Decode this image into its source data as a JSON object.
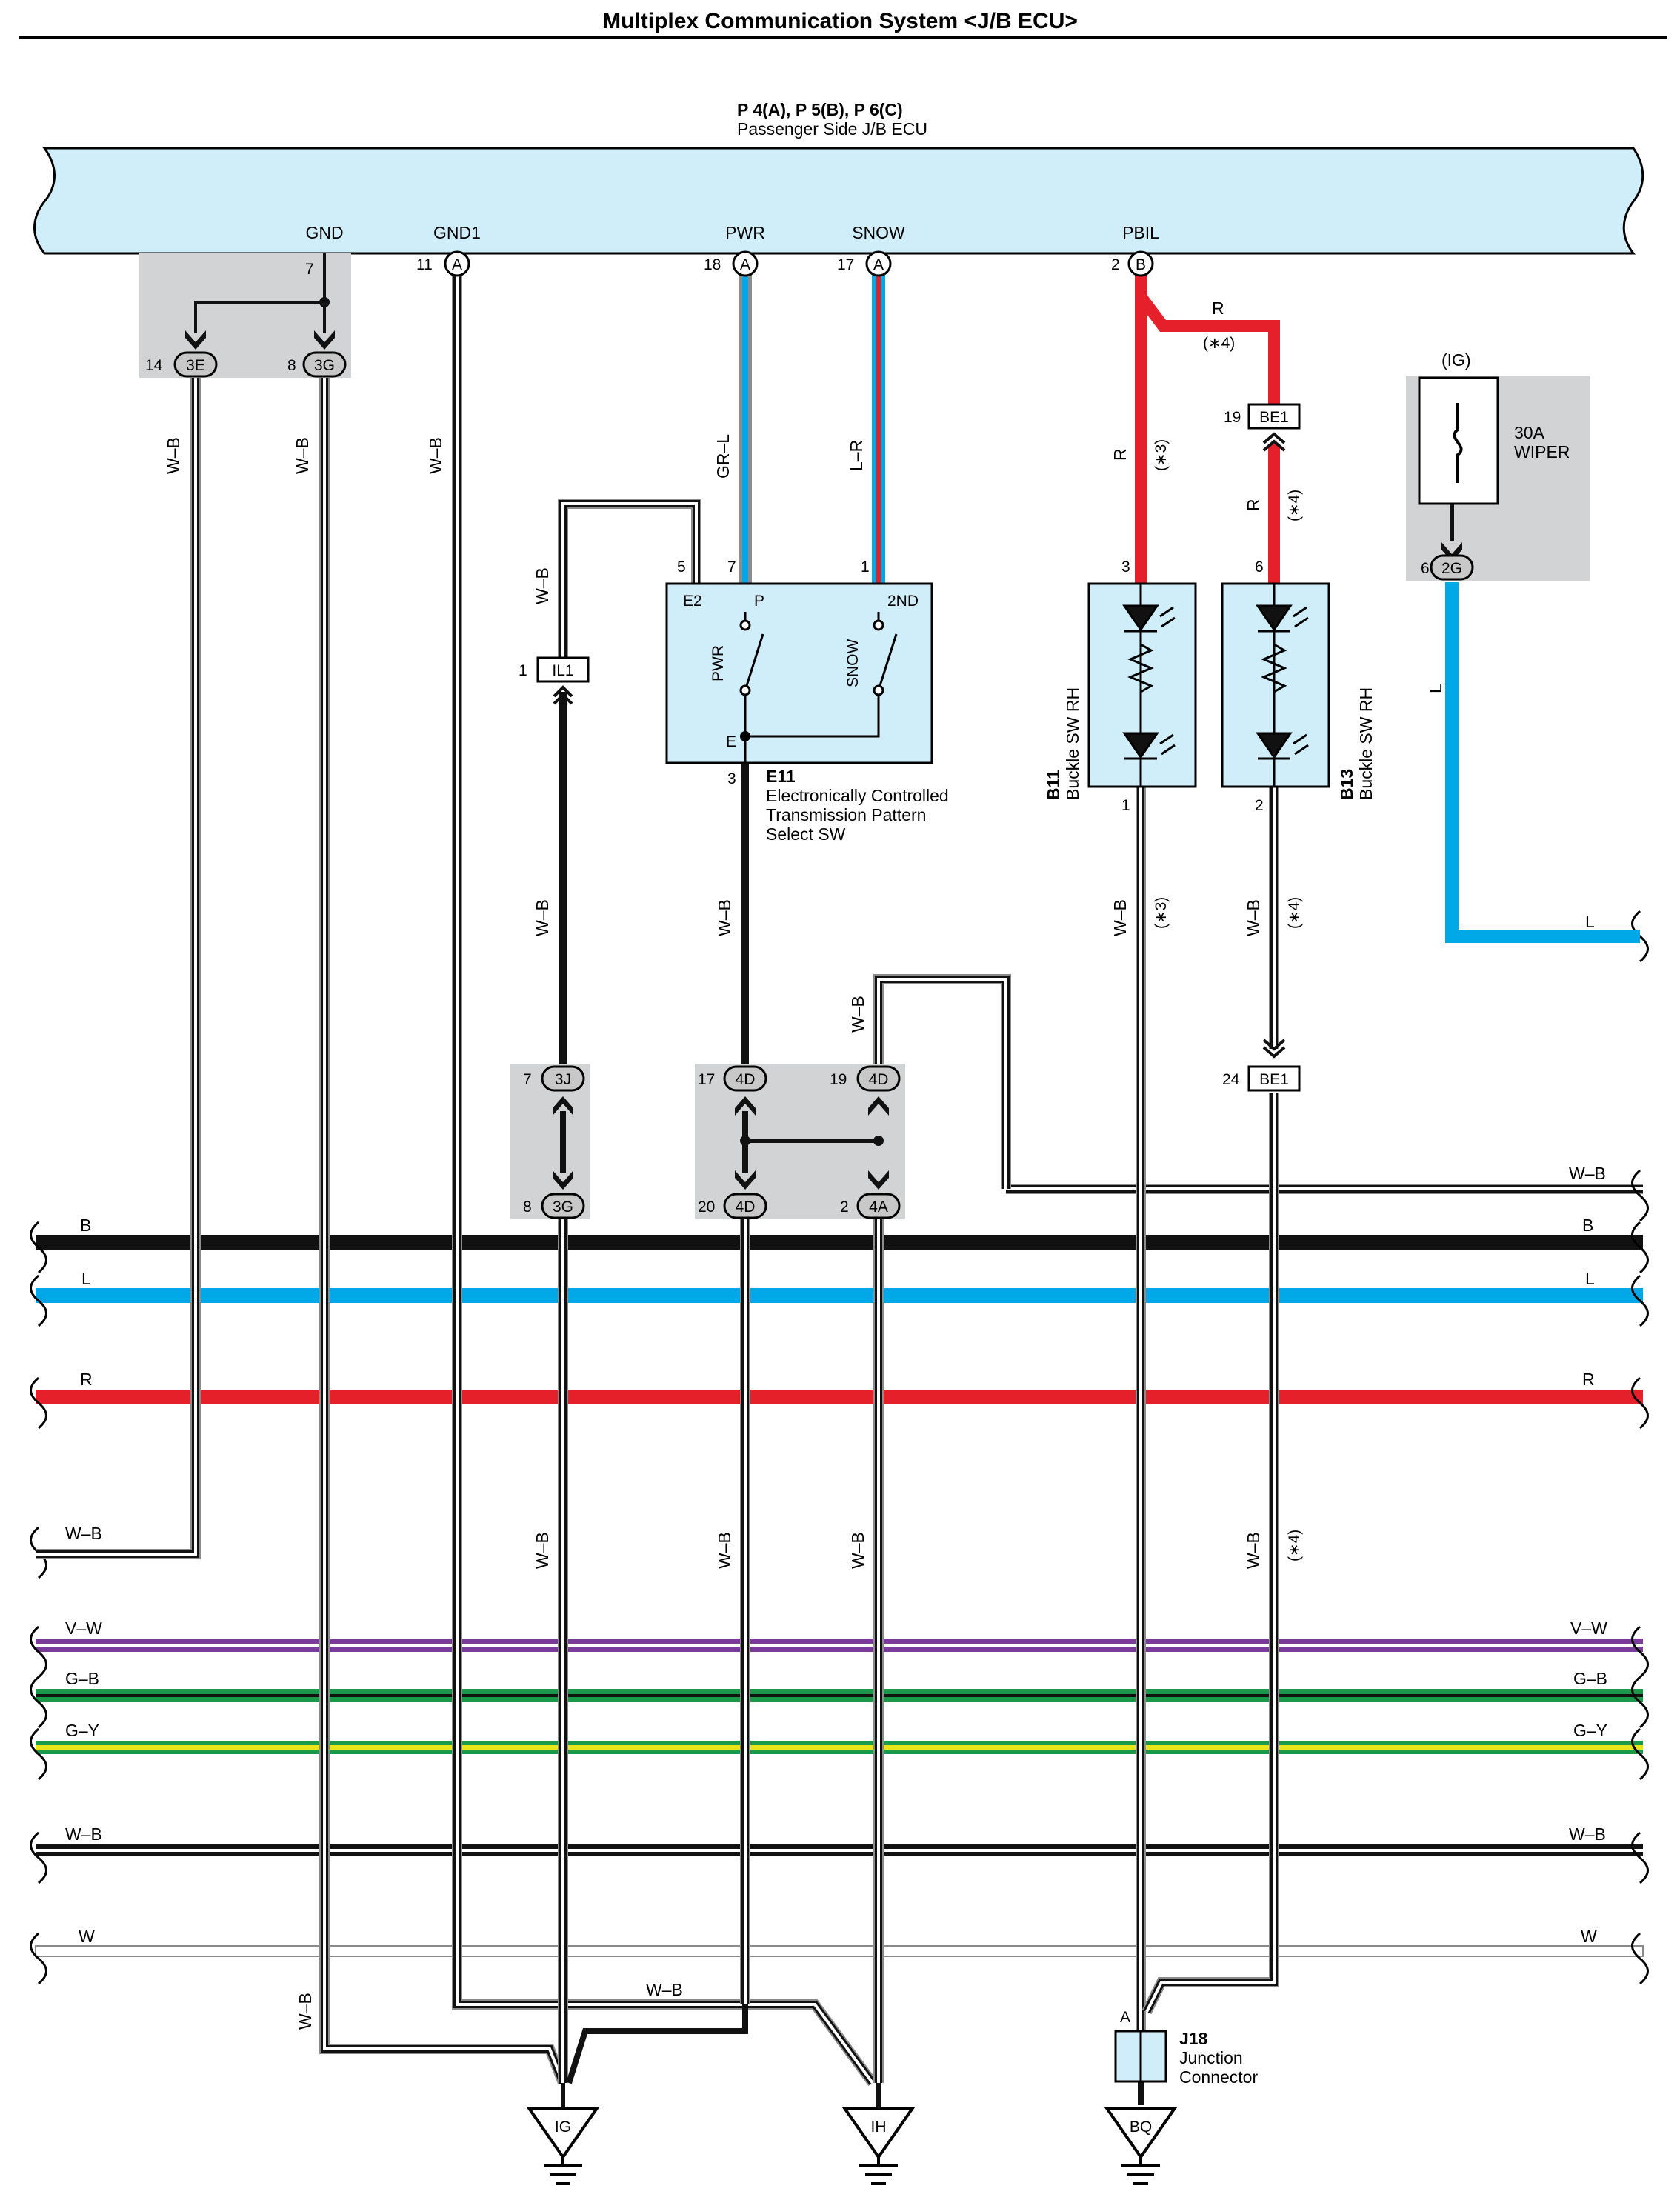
{
  "title": "Multiplex Communication System <J/B ECU>",
  "ecu": {
    "code": "P 4(A), P 5(B), P 6(C)",
    "name": "Passenger Side J/B ECU",
    "terminal_gnd": "GND",
    "terminal_gnd1": "GND1",
    "terminal_pwr": "PWR",
    "terminal_snow": "SNOW",
    "terminal_pbil": "PBIL",
    "pin_gnd": "7",
    "pin_gnd1": "11",
    "pin_pwr": "18",
    "pin_snow": "17",
    "pin_pbil": "2",
    "conn_gnd1": "A",
    "conn_pwr": "A",
    "conn_snow": "A",
    "conn_pbil": "B"
  },
  "junctions": {
    "j_3e": {
      "code": "3E",
      "pin": "14"
    },
    "j_3g_top": {
      "code": "3G",
      "pin": "8"
    },
    "j_il1": {
      "code": "IL1",
      "pin": "1"
    },
    "j_be1_top": {
      "code": "BE1",
      "pin": "19"
    },
    "j_2g": {
      "code": "2G",
      "pin": "6"
    },
    "j_3j": {
      "code": "3J",
      "pin": "7"
    },
    "j_3g_low": {
      "code": "3G",
      "pin": "8"
    },
    "j_4d_a": {
      "code": "4D",
      "pin": "17"
    },
    "j_4d_b": {
      "code": "4D",
      "pin": "19"
    },
    "j_4d_c": {
      "code": "4D",
      "pin": "20"
    },
    "j_4a": {
      "code": "4A",
      "pin": "2"
    },
    "j_be1_low": {
      "code": "BE1",
      "pin": "24"
    }
  },
  "fuse": {
    "ig": "(IG)",
    "rating": "30A",
    "name": "WIPER"
  },
  "switch_e11": {
    "code": "E11",
    "desc1": "Electronically Controlled",
    "desc2": "Transmission Pattern",
    "desc3": "Select SW",
    "t_e2": "E2",
    "t_p": "P",
    "t_2nd": "2ND",
    "t_e": "E",
    "pwr": "PWR",
    "snow": "SNOW",
    "pin5": "5",
    "pin7": "7",
    "pin1": "1",
    "pin3": "3"
  },
  "buckle_b11": {
    "code": "B11",
    "name": "Buckle SW RH",
    "pin_top": "3",
    "pin_bot": "1"
  },
  "buckle_b13": {
    "code": "B13",
    "name": "Buckle SW RH",
    "pin_top": "6",
    "pin_bot": "2"
  },
  "j18": {
    "code": "J18",
    "line1": "Junction",
    "line2": "Connector",
    "pin": "A"
  },
  "grounds": {
    "ig": "IG",
    "ih": "IH",
    "bq": "BQ"
  },
  "wire_labels": {
    "wb": "W–B",
    "grl": "GR–L",
    "lr": "L–R",
    "r": "R",
    "l": "L",
    "n3": "(∗3)",
    "n4": "(∗4)"
  },
  "bus_lines": [
    {
      "label": "B",
      "color": "#111111"
    },
    {
      "label": "L",
      "color": "#00a8e8"
    },
    {
      "label": "R",
      "color": "#e5202a"
    },
    {
      "label": "W–B",
      "color": "#111111"
    },
    {
      "label": "V–W",
      "color": "#7a3b9a"
    },
    {
      "label": "G–B",
      "color": "#1a9a48"
    },
    {
      "label": "G–Y",
      "color": "#1a9a48"
    },
    {
      "label": "W–B",
      "color": "#111111"
    },
    {
      "label": "W",
      "color": "#ffffff"
    }
  ],
  "colors": {
    "ecu_fill": "#cfeefa",
    "component_fill": "#cfeefa",
    "junction_shade": "#d1d3d4",
    "red": "#e5202a",
    "blue": "#00a8e8",
    "gray": "#8c8c8c"
  }
}
